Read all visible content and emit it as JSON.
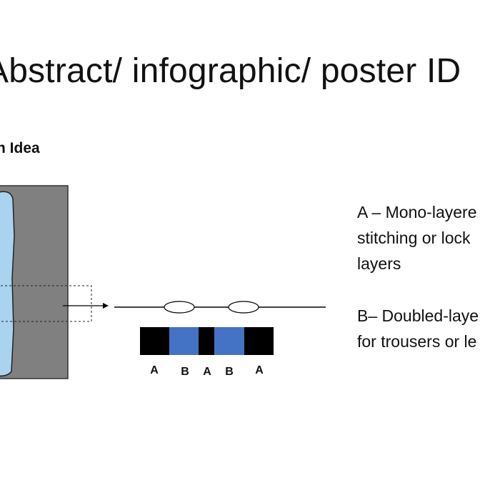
{
  "slide": {
    "title": "Abstract/ infographic/ poster ID",
    "subtitle": "n Idea"
  },
  "diagram": {
    "segment_labels": [
      "A",
      "B",
      "A",
      "B",
      "A"
    ],
    "colors": {
      "panel_gray": "#808080",
      "garment_blue": "#a9d3ef",
      "band_black": "#000000",
      "band_blue": "#4472c4"
    }
  },
  "descriptions": {
    "a_lines": [
      "A – Mono-layere",
      "stitching or lock",
      "layers"
    ],
    "b_lines": [
      "B– Doubled-laye",
      "for trousers or le"
    ]
  }
}
